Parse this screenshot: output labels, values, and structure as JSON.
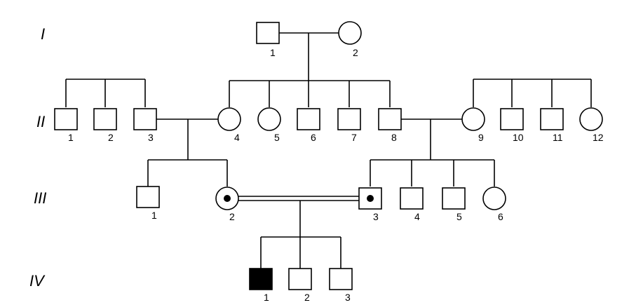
{
  "generations": [
    {
      "label": "I"
    },
    {
      "label": "II"
    },
    {
      "label": "III"
    },
    {
      "label": "IV"
    }
  ],
  "individuals": [
    {
      "id": "I-1",
      "number": "1",
      "sex": "male",
      "status": "unaffected"
    },
    {
      "id": "I-2",
      "number": "2",
      "sex": "female",
      "status": "unaffected"
    },
    {
      "id": "II-1",
      "number": "1",
      "sex": "male",
      "status": "unaffected"
    },
    {
      "id": "II-2",
      "number": "2",
      "sex": "male",
      "status": "unaffected"
    },
    {
      "id": "II-3",
      "number": "3",
      "sex": "male",
      "status": "unaffected"
    },
    {
      "id": "II-4",
      "number": "4",
      "sex": "female",
      "status": "unaffected"
    },
    {
      "id": "II-5",
      "number": "5",
      "sex": "female",
      "status": "unaffected"
    },
    {
      "id": "II-6",
      "number": "6",
      "sex": "male",
      "status": "unaffected"
    },
    {
      "id": "II-7",
      "number": "7",
      "sex": "male",
      "status": "unaffected"
    },
    {
      "id": "II-8",
      "number": "8",
      "sex": "male",
      "status": "unaffected"
    },
    {
      "id": "II-9",
      "number": "9",
      "sex": "female",
      "status": "unaffected"
    },
    {
      "id": "II-10",
      "number": "10",
      "sex": "male",
      "status": "unaffected"
    },
    {
      "id": "II-11",
      "number": "11",
      "sex": "male",
      "status": "unaffected"
    },
    {
      "id": "II-12",
      "number": "12",
      "sex": "female",
      "status": "unaffected"
    },
    {
      "id": "III-1",
      "number": "1",
      "sex": "male",
      "status": "unaffected"
    },
    {
      "id": "III-2",
      "number": "2",
      "sex": "female",
      "status": "carrier"
    },
    {
      "id": "III-3",
      "number": "3",
      "sex": "male",
      "status": "carrier"
    },
    {
      "id": "III-4",
      "number": "4",
      "sex": "male",
      "status": "unaffected"
    },
    {
      "id": "III-5",
      "number": "5",
      "sex": "male",
      "status": "unaffected"
    },
    {
      "id": "III-6",
      "number": "6",
      "sex": "female",
      "status": "unaffected"
    },
    {
      "id": "IV-1",
      "number": "1",
      "sex": "male",
      "status": "affected"
    },
    {
      "id": "IV-2",
      "number": "2",
      "sex": "male",
      "status": "unaffected"
    },
    {
      "id": "IV-3",
      "number": "3",
      "sex": "male",
      "status": "unaffected"
    }
  ],
  "couples": [
    {
      "partners": [
        "I-1",
        "I-2"
      ],
      "consanguineous": false
    },
    {
      "partners": [
        "II-3",
        "II-4"
      ],
      "consanguineous": false
    },
    {
      "partners": [
        "II-8",
        "II-9"
      ],
      "consanguineous": false
    },
    {
      "partners": [
        "III-2",
        "III-3"
      ],
      "consanguineous": true
    }
  ],
  "sibships": [
    {
      "parents": "I-1+I-2",
      "children": [
        "II-4",
        "II-5",
        "II-6",
        "II-7",
        "II-8"
      ]
    },
    {
      "parents": "unshown",
      "children": [
        "II-1",
        "II-2",
        "II-3"
      ]
    },
    {
      "parents": "unshown",
      "children": [
        "II-9",
        "II-10",
        "II-11",
        "II-12"
      ]
    },
    {
      "parents": "II-3+II-4",
      "children": [
        "III-1",
        "III-2"
      ]
    },
    {
      "parents": "II-8+II-9",
      "children": [
        "III-3",
        "III-4",
        "III-5",
        "III-6"
      ]
    },
    {
      "parents": "III-2+III-3",
      "children": [
        "IV-1",
        "IV-2",
        "IV-3"
      ]
    }
  ],
  "colors": {
    "line": "#000000",
    "affected": "#000000",
    "background": "#ffffff"
  }
}
